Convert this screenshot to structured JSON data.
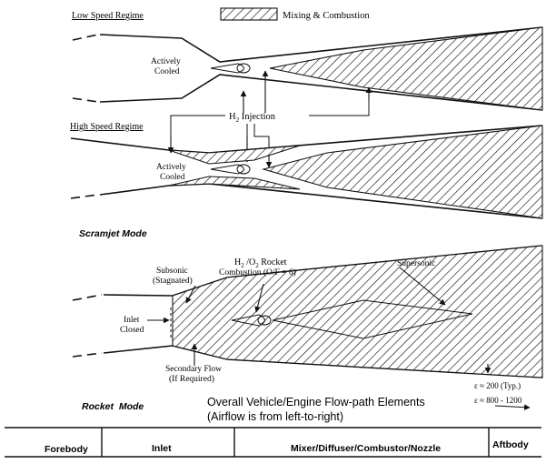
{
  "legend": {
    "label": "Mixing & Combustion"
  },
  "scramjet": {
    "low_speed_label": "Low Speed Regime",
    "high_speed_label": "High Speed Regime",
    "actively_cooled_1": "Actively",
    "actively_cooled_2": "Cooled",
    "h2_injection_h": "H",
    "h2_injection_sub": "2",
    "h2_injection_rest": " Injection",
    "mode_label": "Scramjet Mode"
  },
  "rocket": {
    "rocket_comb_1a": "H",
    "rocket_comb_1b": "2",
    "rocket_comb_1c": " /O",
    "rocket_comb_1d": "2",
    "rocket_comb_1e": " Rocket",
    "rocket_comb_2": "Combustion (O/F = 6)",
    "subsonic_1": "Subsonic",
    "subsonic_2": "(Stagnated)",
    "supersonic": "Supersonic",
    "inlet_closed_1": "Inlet",
    "inlet_closed_2": "Closed",
    "secondary_1": "Secondary Flow",
    "secondary_2": "(If Required)",
    "eps_1": "ε ≈ 200 (Typ.)",
    "eps_2": "ε ≈ 800 - 1200",
    "mode_label": "Rocket  Mode"
  },
  "caption": {
    "line1": "Overall Vehicle/Engine Flow-path Elements",
    "line2": "(Airflow is from left-to-right)"
  },
  "elements_bar": {
    "forebody": "Forebody",
    "inlet": "Inlet",
    "mixer": "Mixer/Diffuser/Combustor/Nozzle",
    "aftbody": "Aftbody"
  }
}
